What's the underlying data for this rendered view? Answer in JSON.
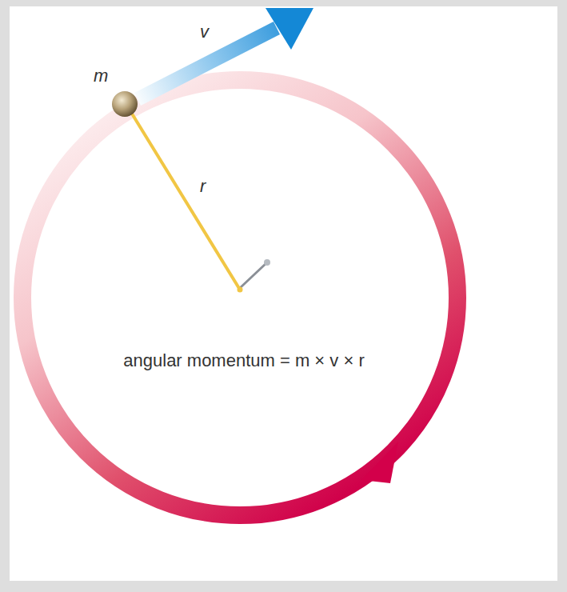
{
  "diagram": {
    "labels": [
      "m",
      "v",
      "r",
      "angular momentum = m × v × r"
    ]
  }
}
